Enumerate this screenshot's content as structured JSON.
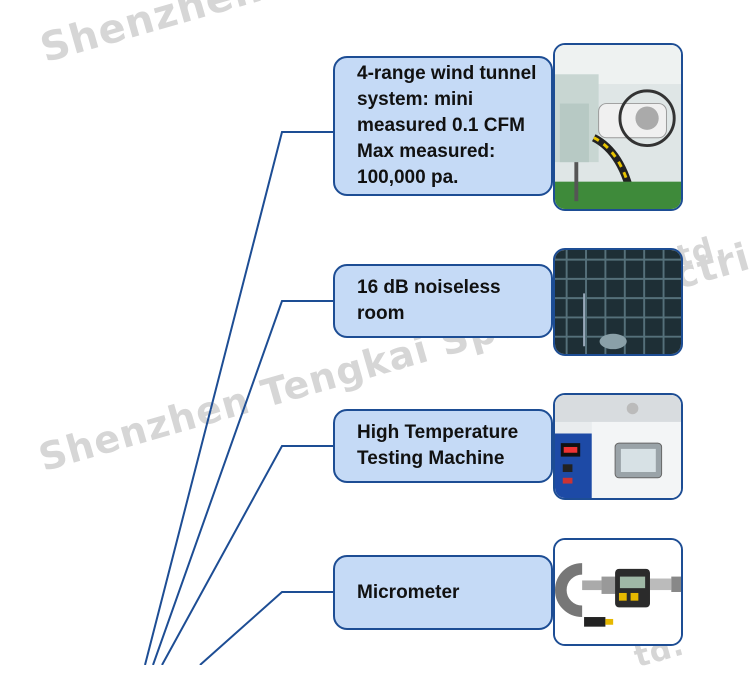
{
  "watermark": {
    "line1": "Shenzhen Tengkai",
    "line2": "Shenzhen Tengkai Special Electric",
    "fragment_right": "td.",
    "fragment_bottom": "td."
  },
  "cards": [
    {
      "label": "4-range wind tunnel system: mini measured 0.1 CFM Max measured: 100,000 pa.",
      "photo_icon": "wind-tunnel-photo"
    },
    {
      "label": "16 dB noiseless room",
      "photo_icon": "anechoic-room-photo"
    },
    {
      "label": "High Temperature Testing Machine",
      "photo_icon": "oven-photo"
    },
    {
      "label": "Micrometer",
      "photo_icon": "micrometer-photo"
    }
  ],
  "colors": {
    "card_fill": "#c5daf6",
    "border": "#1d4d94",
    "line": "#1d4d94",
    "watermark": "#d6d6d6"
  }
}
